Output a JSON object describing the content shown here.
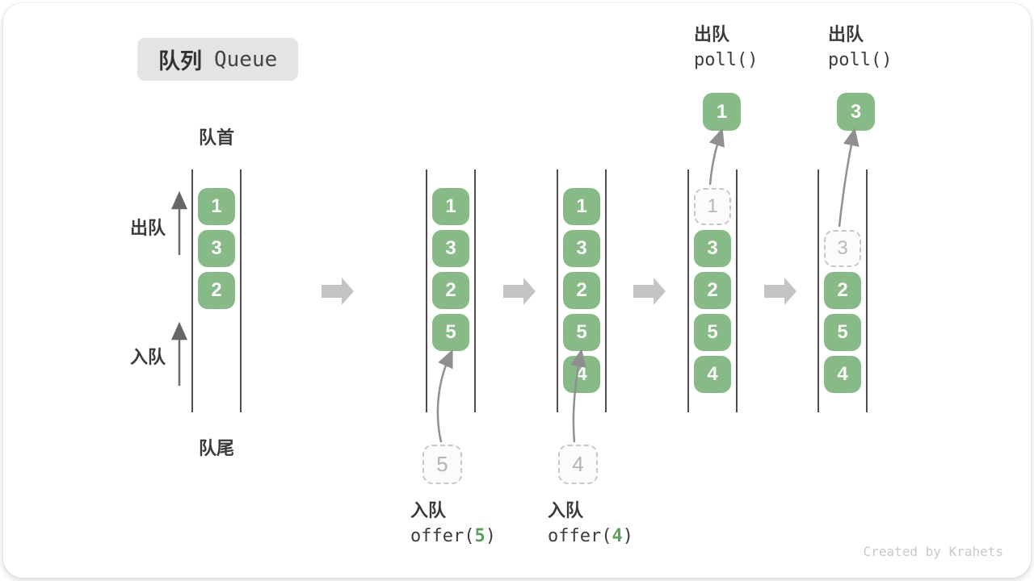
{
  "title": {
    "zh": "队列",
    "en": "Queue"
  },
  "side_labels": {
    "front": "队首",
    "rear": "队尾",
    "dequeue": "出队",
    "enqueue": "入队"
  },
  "queues": [
    {
      "cells": [
        "1",
        "3",
        "2"
      ]
    },
    {
      "cells": [
        "1",
        "3",
        "2",
        "5"
      ],
      "incoming": "5"
    },
    {
      "cells": [
        "1",
        "3",
        "2",
        "5",
        "4"
      ],
      "incoming": "4"
    },
    {
      "cells": [
        "3",
        "2",
        "5",
        "4"
      ],
      "ghost": "1",
      "popped": "1"
    },
    {
      "cells": [
        "2",
        "5",
        "4"
      ],
      "ghost": "3",
      "popped": "3"
    }
  ],
  "operations": {
    "enqueue_5": {
      "label": "入队",
      "code_pre": "offer(",
      "arg": "5",
      "code_post": ")"
    },
    "enqueue_4": {
      "label": "入队",
      "code_pre": "offer(",
      "arg": "4",
      "code_post": ")"
    },
    "dequeue_1": {
      "label": "出队",
      "code": "poll()"
    },
    "dequeue_3": {
      "label": "出队",
      "code": "poll()"
    }
  },
  "watermark": "Created by Krahets",
  "colors": {
    "cell_green": "#87ba87",
    "arg_green": "#5da05d",
    "arrow_gray": "#c4c4c4",
    "line_dark": "#4f4f4f",
    "ink": "#3a3a3a"
  }
}
